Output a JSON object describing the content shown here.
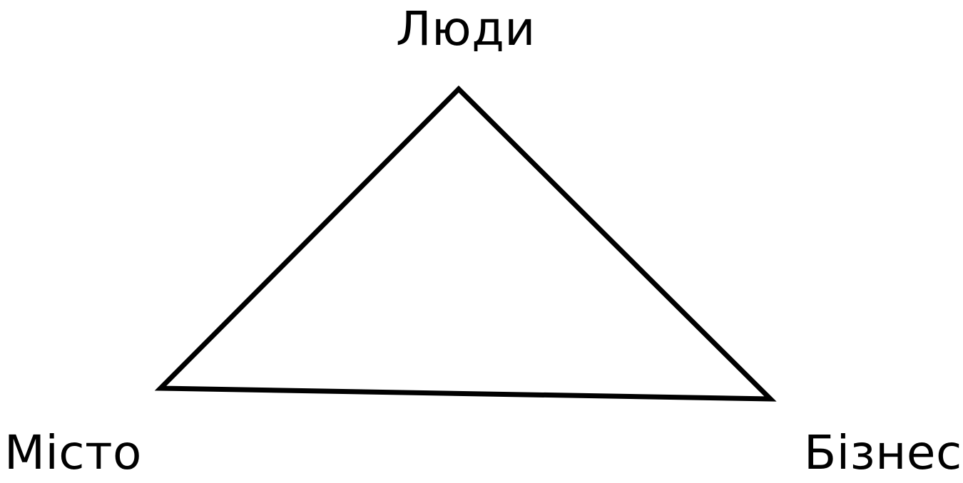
{
  "diagram": {
    "nodes": [
      {
        "id": "top",
        "label": "Люди"
      },
      {
        "id": "left",
        "label": "Місто"
      },
      {
        "id": "right",
        "label": "Бізнес"
      }
    ],
    "edges": [
      {
        "from": "top",
        "to": "left"
      },
      {
        "from": "left",
        "to": "right"
      },
      {
        "from": "right",
        "to": "top"
      }
    ],
    "stroke_color": "#000000",
    "background_color": "#ffffff"
  }
}
